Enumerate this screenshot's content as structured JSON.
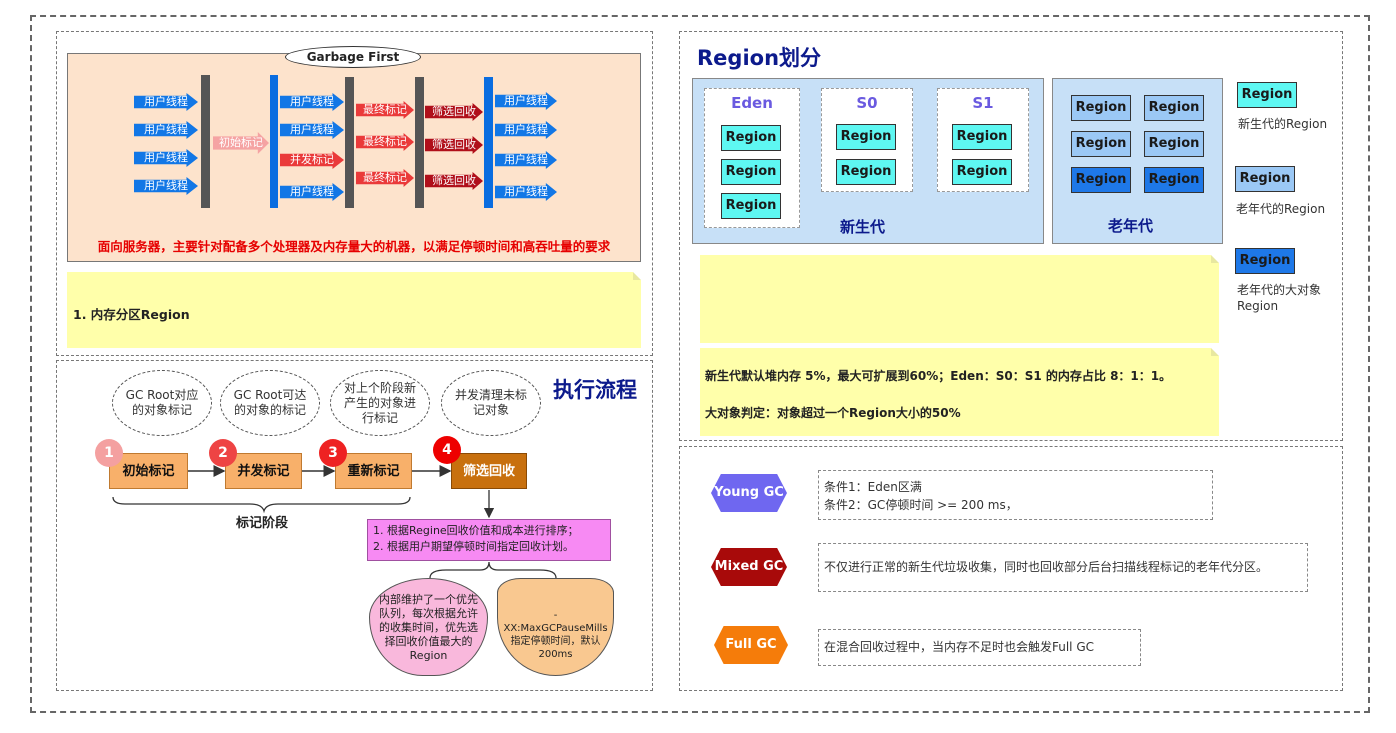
{
  "g1": {
    "title": "Garbage First",
    "user_thread": "用户线程",
    "initial_mark": "初始标记",
    "concurrent_mark": "并发标记",
    "final_mark": "最终标记",
    "cleanup": "筛选回收",
    "description": "面向服务器，主要针对配备多个处理器及内存量大的机器，以满足停顿时间和高吞吐量的要求",
    "note": "1. 内存分区Region"
  },
  "flow": {
    "title": "执行流程",
    "clouds": [
      "GC Root对应的对象标记",
      "GC Root可达的对象的标记",
      "对上个阶段新产生的对象进行标记",
      "并发清理未标记对象"
    ],
    "steps": [
      {
        "num": "1",
        "label": "初始标记",
        "color": "#f4a0a0"
      },
      {
        "num": "2",
        "label": "并发标记",
        "color": "#ee4444"
      },
      {
        "num": "3",
        "label": "重新标记",
        "color": "#ee2222"
      },
      {
        "num": "4",
        "label": "筛选回收",
        "color": "#ee0000"
      }
    ],
    "phase_label": "标记阶段",
    "pink_box": [
      "1. 根据Regine回收价值和成本进行排序；",
      "2. 根据用户期望停顿时间指定回收计划。"
    ],
    "bubble_left": "内部维护了一个优先队列，每次根据允许的收集时间，优先选择回收价值最大的Region",
    "bubble_right": "-XX:MaxGCPauseMills指定停顿时间，默认200ms"
  },
  "region": {
    "title": "Region划分",
    "eden": "Eden",
    "s0": "S0",
    "s1": "S1",
    "region": "Region",
    "young_gen": "新生代",
    "old_gen": "老年代",
    "legend": [
      "新生代的Region",
      "老年代的Region",
      "老年代的大对象Region"
    ],
    "note_line1": "新生代默认堆内存 5%，最大可扩展到60%；Eden：S0：S1 的内存占比 8：1：1。",
    "note_line2": "大对象判定：对象超过一个Region大小的50%"
  },
  "gc": [
    {
      "name": "Young GC",
      "color": "#6f67f0",
      "desc": [
        "条件1：Eden区满",
        "条件2：GC停顿时间 >= 200 ms，"
      ]
    },
    {
      "name": "Mixed GC",
      "color": "#a80a0a",
      "desc": [
        "不仅进行正常的新生代垃圾收集，同时也回收部分后台扫描线程标记的老年代分区。"
      ]
    },
    {
      "name": "Full GC",
      "color": "#f57c0a",
      "desc": [
        "在混合回收过程中，当内存不足时也会触发Full GC"
      ]
    }
  ]
}
